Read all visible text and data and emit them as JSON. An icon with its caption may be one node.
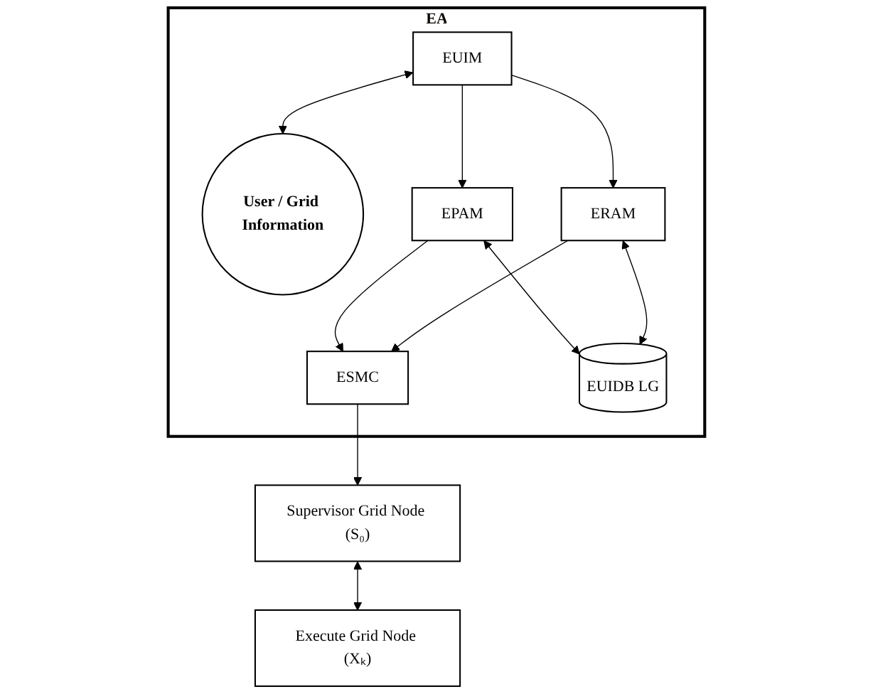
{
  "diagram": {
    "nodes": [
      {
        "text": [
          "EA"
        ]
      },
      {
        "text": [
          "EUIM"
        ],
        "in": 0
      },
      {
        "text": [
          "User / Grid Information"
        ],
        "in": 0
      },
      {
        "text": [
          "EPAM"
        ],
        "in": 0
      },
      {
        "text": [
          "ERAM"
        ],
        "in": 0
      },
      {
        "text": [
          "ESMC"
        ],
        "in": 0
      },
      {
        "text": [
          "EUIDB LG"
        ],
        "in": 0
      },
      {
        "text": [
          "Supervisor Grid Node (S₀)"
        ]
      },
      {
        "text": [
          "Execute Grid Node (Xₖ)"
        ]
      }
    ],
    "edges": [
      {
        "from": 1,
        "to": 2,
        "arrow": "both"
      },
      {
        "from": 1,
        "to": 3,
        "arrow": "to"
      },
      {
        "from": 1,
        "to": 4,
        "arrow": "to"
      },
      {
        "from": 3,
        "to": 6,
        "arrow": "both"
      },
      {
        "from": 4,
        "to": 6,
        "arrow": "both"
      },
      {
        "from": 3,
        "to": 5,
        "arrow": "to"
      },
      {
        "from": 4,
        "to": 5,
        "arrow": "to"
      },
      {
        "from": 5,
        "to": 7,
        "arrow": "to"
      },
      {
        "from": 7,
        "to": 8,
        "arrow": "both"
      }
    ]
  }
}
